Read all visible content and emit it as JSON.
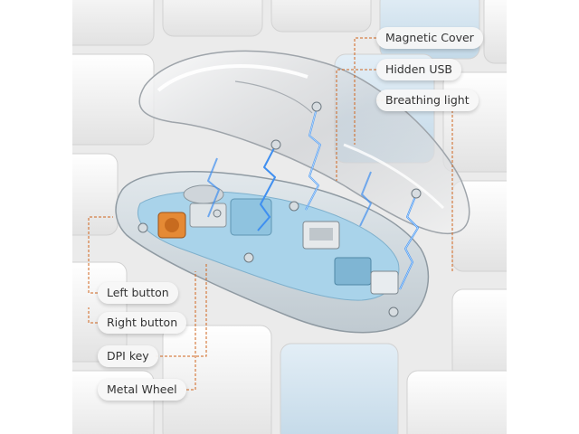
{
  "labels": {
    "magnetic_cover": "Magnetic Cover",
    "hidden_usb": "Hidden USB",
    "breathing_light": "Breathing light",
    "left_button": "Left button",
    "right_button": "Right button",
    "dpi_key": "DPI key",
    "metal_wheel": "Metal Wheel"
  },
  "colors": {
    "leader_line": "#d0651e",
    "board": "#a9d3ea",
    "lightning": "#3f8ff0",
    "keycap": "#f2f2f2",
    "keycap_blue": "#cfe3f0"
  }
}
